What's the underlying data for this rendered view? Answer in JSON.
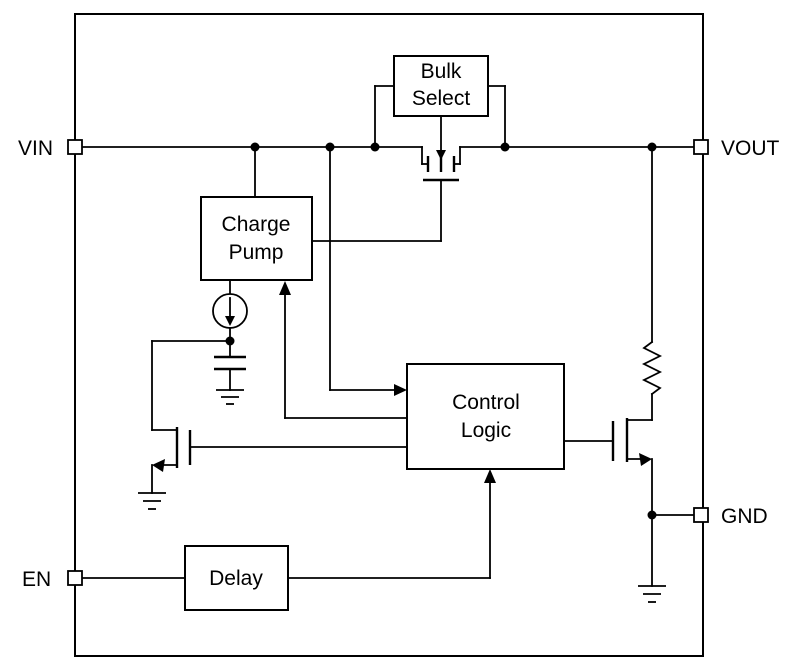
{
  "pins": {
    "vin": "VIN",
    "vout": "VOUT",
    "gnd": "GND",
    "en": "EN"
  },
  "blocks": {
    "bulk_select": [
      "Bulk",
      "Select"
    ],
    "charge_pump": [
      "Charge",
      "Pump"
    ],
    "control_logic": [
      "Control",
      "Logic"
    ],
    "delay": [
      "Delay"
    ]
  }
}
